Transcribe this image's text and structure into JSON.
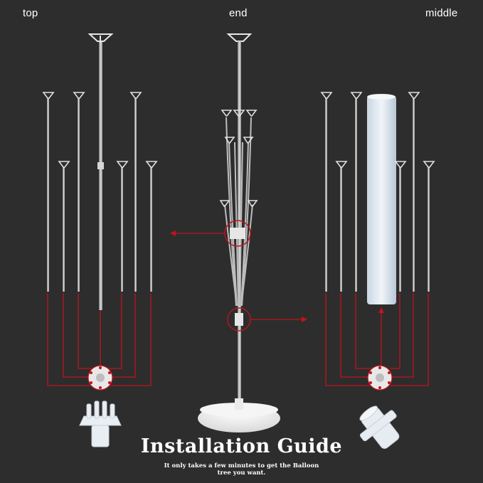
{
  "labels": {
    "top": "top",
    "end": "end",
    "middle": "middle"
  },
  "title": "Installation Guide",
  "subtitle_line1": "It only takes a few minutes to get the Balloon",
  "subtitle_line2": "tree you want.",
  "colors": {
    "background": "#2d2d2d",
    "rod": "#c8c8c8",
    "plastic": "#eef2f6",
    "callout": "#c0141c"
  }
}
